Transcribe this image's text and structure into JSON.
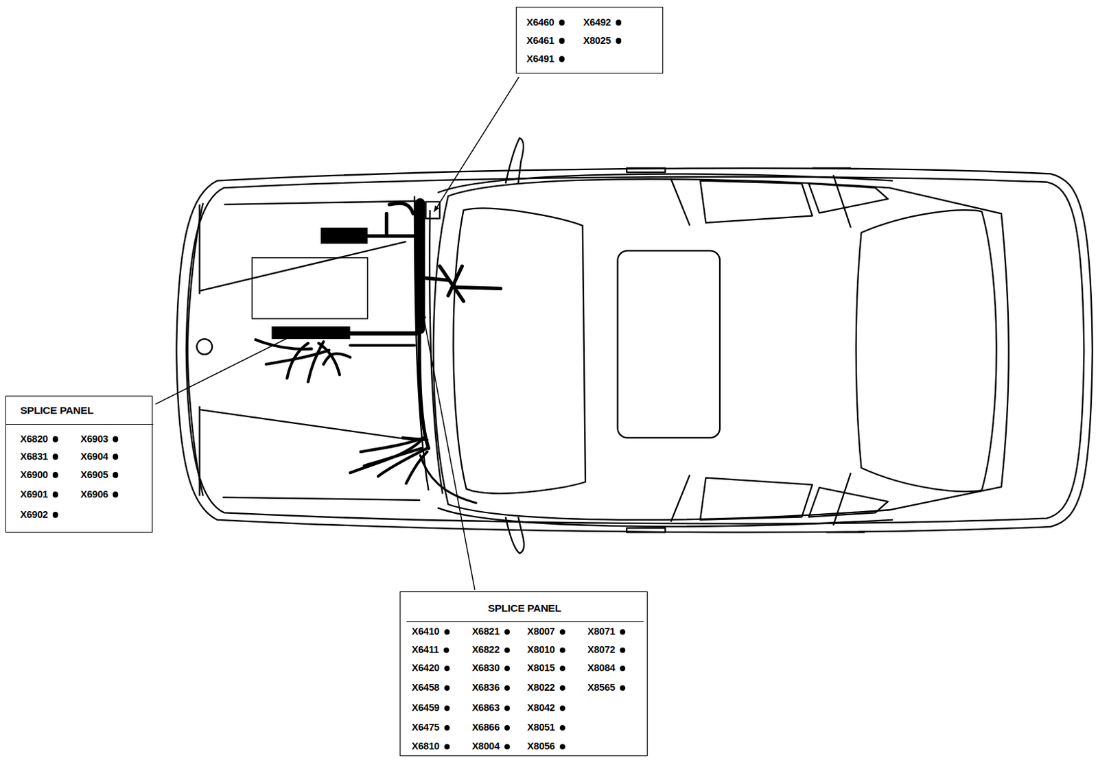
{
  "diagram": {
    "nodes": [
      {
        "text": [
          "X6460",
          "X6492",
          "X6461",
          "X8025",
          "X6491"
        ]
      },
      {
        "text": [
          "SPLICE PANEL",
          "X6820",
          "X6903",
          "X6831",
          "X6904",
          "X6900",
          "X6905",
          "X6901",
          "X6906",
          "X6902"
        ]
      },
      {
        "text": [
          "SPLICE PANEL",
          "X6410",
          "X6821",
          "X8007",
          "X8071",
          "X6411",
          "X6822",
          "X8010",
          "X8072",
          "X6420",
          "X6830",
          "X8015",
          "X8084",
          "X6458",
          "X6836",
          "X8022",
          "X8565",
          "X6459",
          "X6863",
          "X8042",
          "X6475",
          "X6866",
          "X8051",
          "X6810",
          "X8004",
          "X8056"
        ]
      }
    ]
  }
}
